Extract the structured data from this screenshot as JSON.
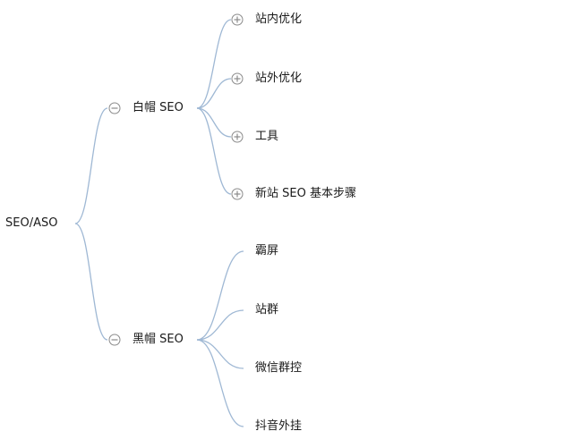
{
  "mindmap": {
    "root": {
      "label": "SEO/ASO"
    },
    "branches": [
      {
        "label": "白帽 SEO",
        "state": "expanded",
        "children": [
          {
            "label": "站内优化",
            "state": "collapsed"
          },
          {
            "label": "站外优化",
            "state": "collapsed"
          },
          {
            "label": "工具",
            "state": "collapsed"
          },
          {
            "label": "新站 SEO 基本步骤",
            "state": "collapsed"
          }
        ]
      },
      {
        "label": "黑帽 SEO",
        "state": "expanded",
        "children": [
          {
            "label": "霸屏"
          },
          {
            "label": "站群"
          },
          {
            "label": "微信群控"
          },
          {
            "label": "抖音外挂"
          }
        ]
      }
    ]
  },
  "colors": {
    "line": "#9fb8d4",
    "text": "#1a1a1a",
    "toggle": "#8a8a8a"
  }
}
